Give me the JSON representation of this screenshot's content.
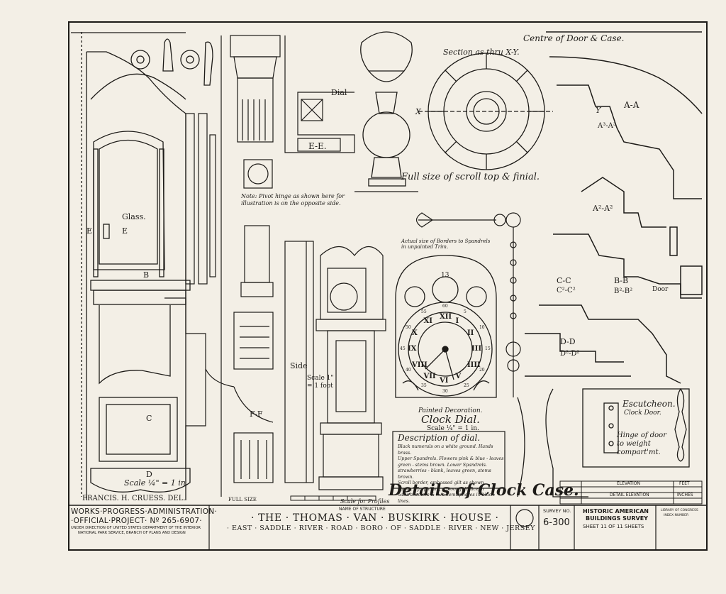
{
  "drawing": {
    "title": "Details of Clock Case.",
    "delineator": "FRANCIS. H. CRUESS. DEL.",
    "labels": {
      "centre_of_door": "Centre of Door & Case.",
      "section_xy": "Section as thru X-Y.",
      "x_mark": "X",
      "y_mark": "Y",
      "full_size_scroll": "Full size of scroll top & finial.",
      "dial": "Dial",
      "e_e": "E-E.",
      "glass": "Glass.",
      "e_left": "E",
      "e_right": "E",
      "b": "B",
      "c": "C",
      "d": "D",
      "f_f": "F-F",
      "side": "Side",
      "scale_side": "Scale 1\" = 1 foot",
      "a_a": "A-A",
      "a2_a2": "A²-A²",
      "a3_a3": "A³-A³",
      "b_b": "B-B",
      "b2_b2": "B²-B²",
      "c_c": "C-C",
      "c2_c2": "C²-C²",
      "d_d": "D-D",
      "d2_d2": "D²-D²",
      "door": "Door",
      "escutcheon": "Escutcheon.",
      "clock_door": "Clock Door.",
      "hinge_note": "Hinge of door to weight compart'mt.",
      "actual_size_borders": "Actual size of Borders to Spandrels in unpainted Trim.",
      "painted_decoration": "Painted Decoration.",
      "clock_dial": "Clock Dial.",
      "scale_dial": "Scale ¼\" = 1 in.",
      "scale_left": "Scale ¼\" = 1 in.",
      "pivot_note": "Note: Pivot hinge as shown here for illustration is on the opposite side.",
      "full_size": "FULL SIZE",
      "scale_profiles": "Scale for Profiles"
    },
    "description": {
      "heading": "Description of dial.",
      "lines": [
        "Black numerals on a white ground. Hands brass.",
        "Upper Spandrels. Flowers pink & blue - leaves",
        "green - stems brown. Lower Spandrels.",
        "strawberries - blank, leaves green, stems brown.",
        "Scroll border, embossed gilt as shown",
        "above. Tympanum, a moon full face in",
        "natural colors & two hemispheres in black lines."
      ]
    },
    "dial_numerals": [
      "XII",
      "I",
      "II",
      "III",
      "IIII",
      "V",
      "VI",
      "VII",
      "VIII",
      "IX",
      "X",
      "XI"
    ],
    "minute_numerals": [
      "60",
      "5",
      "10",
      "15",
      "20",
      "25",
      "30",
      "35",
      "40",
      "45",
      "50",
      "55"
    ],
    "moon_date": "13"
  },
  "title_block": {
    "agency_1": "WORKS·PROGRESS·ADMINISTRATION·",
    "agency_2": "·OFFICIAL·PROJECT· Nº 265-6907·",
    "agency_3": "UNDER DIRECTION OF UNITED STATES DEPARTMENT OF THE INTERIOR",
    "agency_4": "NATIONAL PARK SERVICE, BRANCH OF PLANS AND DESIGN",
    "name_of_structure_label": "NAME OF STRUCTURE",
    "structure": "· THE · THOMAS · VAN · BUSKIRK · HOUSE ·",
    "address": "· EAST · SADDLE · RIVER · ROAD · BORO · OF · SADDLE · RIVER · NEW · JERSEY ·",
    "survey_label": "SURVEY NO.",
    "survey_no": "6-300",
    "habs_1": "HISTORIC AMERICAN",
    "habs_2": "BUILDINGS SURVEY",
    "sheet": "SHEET 11 OF 11 SHEETS",
    "lc_1": "LIBRARY OF CONGRESS",
    "lc_2": "INDEX NUMBER",
    "index_rows": [
      "ELEVATION",
      "DETAIL ELEVATION"
    ],
    "feet": "FEET",
    "inches": "INCHES"
  }
}
